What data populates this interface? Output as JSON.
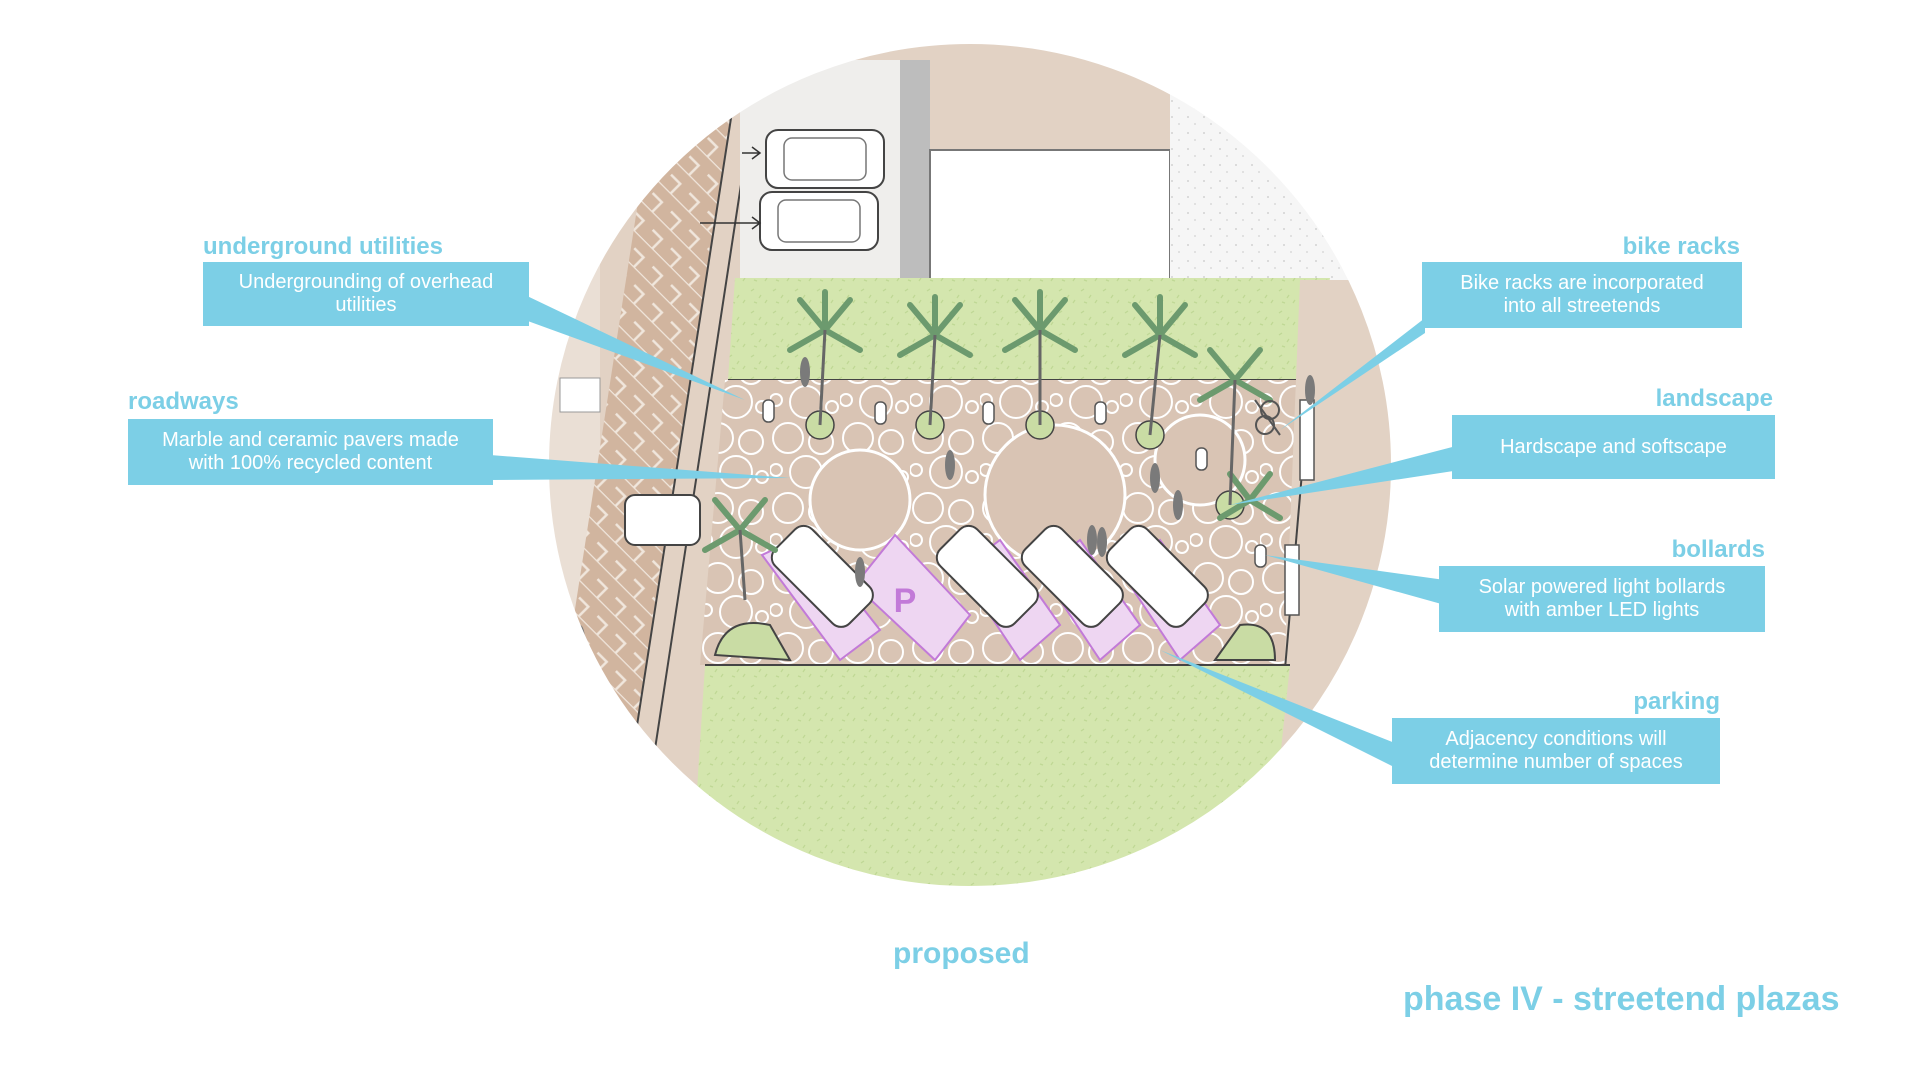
{
  "caption": "proposed",
  "title": "phase IV - streetend plazas",
  "colors": {
    "accent": "#7ccfe6",
    "grass": "#d4e6ae",
    "paving": "#e2d2c4",
    "plaza": "#d9c4b4",
    "brick": "#ccae98",
    "parking": "#eed6f2",
    "parking_outline": "#c27ad8"
  },
  "parking_symbol": "P",
  "annotations": {
    "underground": {
      "heading": "underground utilities",
      "lines": [
        "Undergrounding of overhead",
        "utilities"
      ]
    },
    "roadways": {
      "heading": "roadways",
      "lines": [
        "Marble and ceramic pavers made",
        "with 100% recycled content"
      ]
    },
    "bike": {
      "heading": "bike racks",
      "lines": [
        "Bike racks are incorporated",
        "into all streetends"
      ]
    },
    "landscape": {
      "heading": "landscape",
      "lines": [
        "Hardscape and softscape"
      ]
    },
    "bollards": {
      "heading": "bollards",
      "lines": [
        "Solar powered light bollards",
        "with amber LED lights"
      ]
    },
    "parking": {
      "heading": "parking",
      "lines": [
        "Adjacency conditions will",
        "determine number of spaces"
      ]
    }
  }
}
